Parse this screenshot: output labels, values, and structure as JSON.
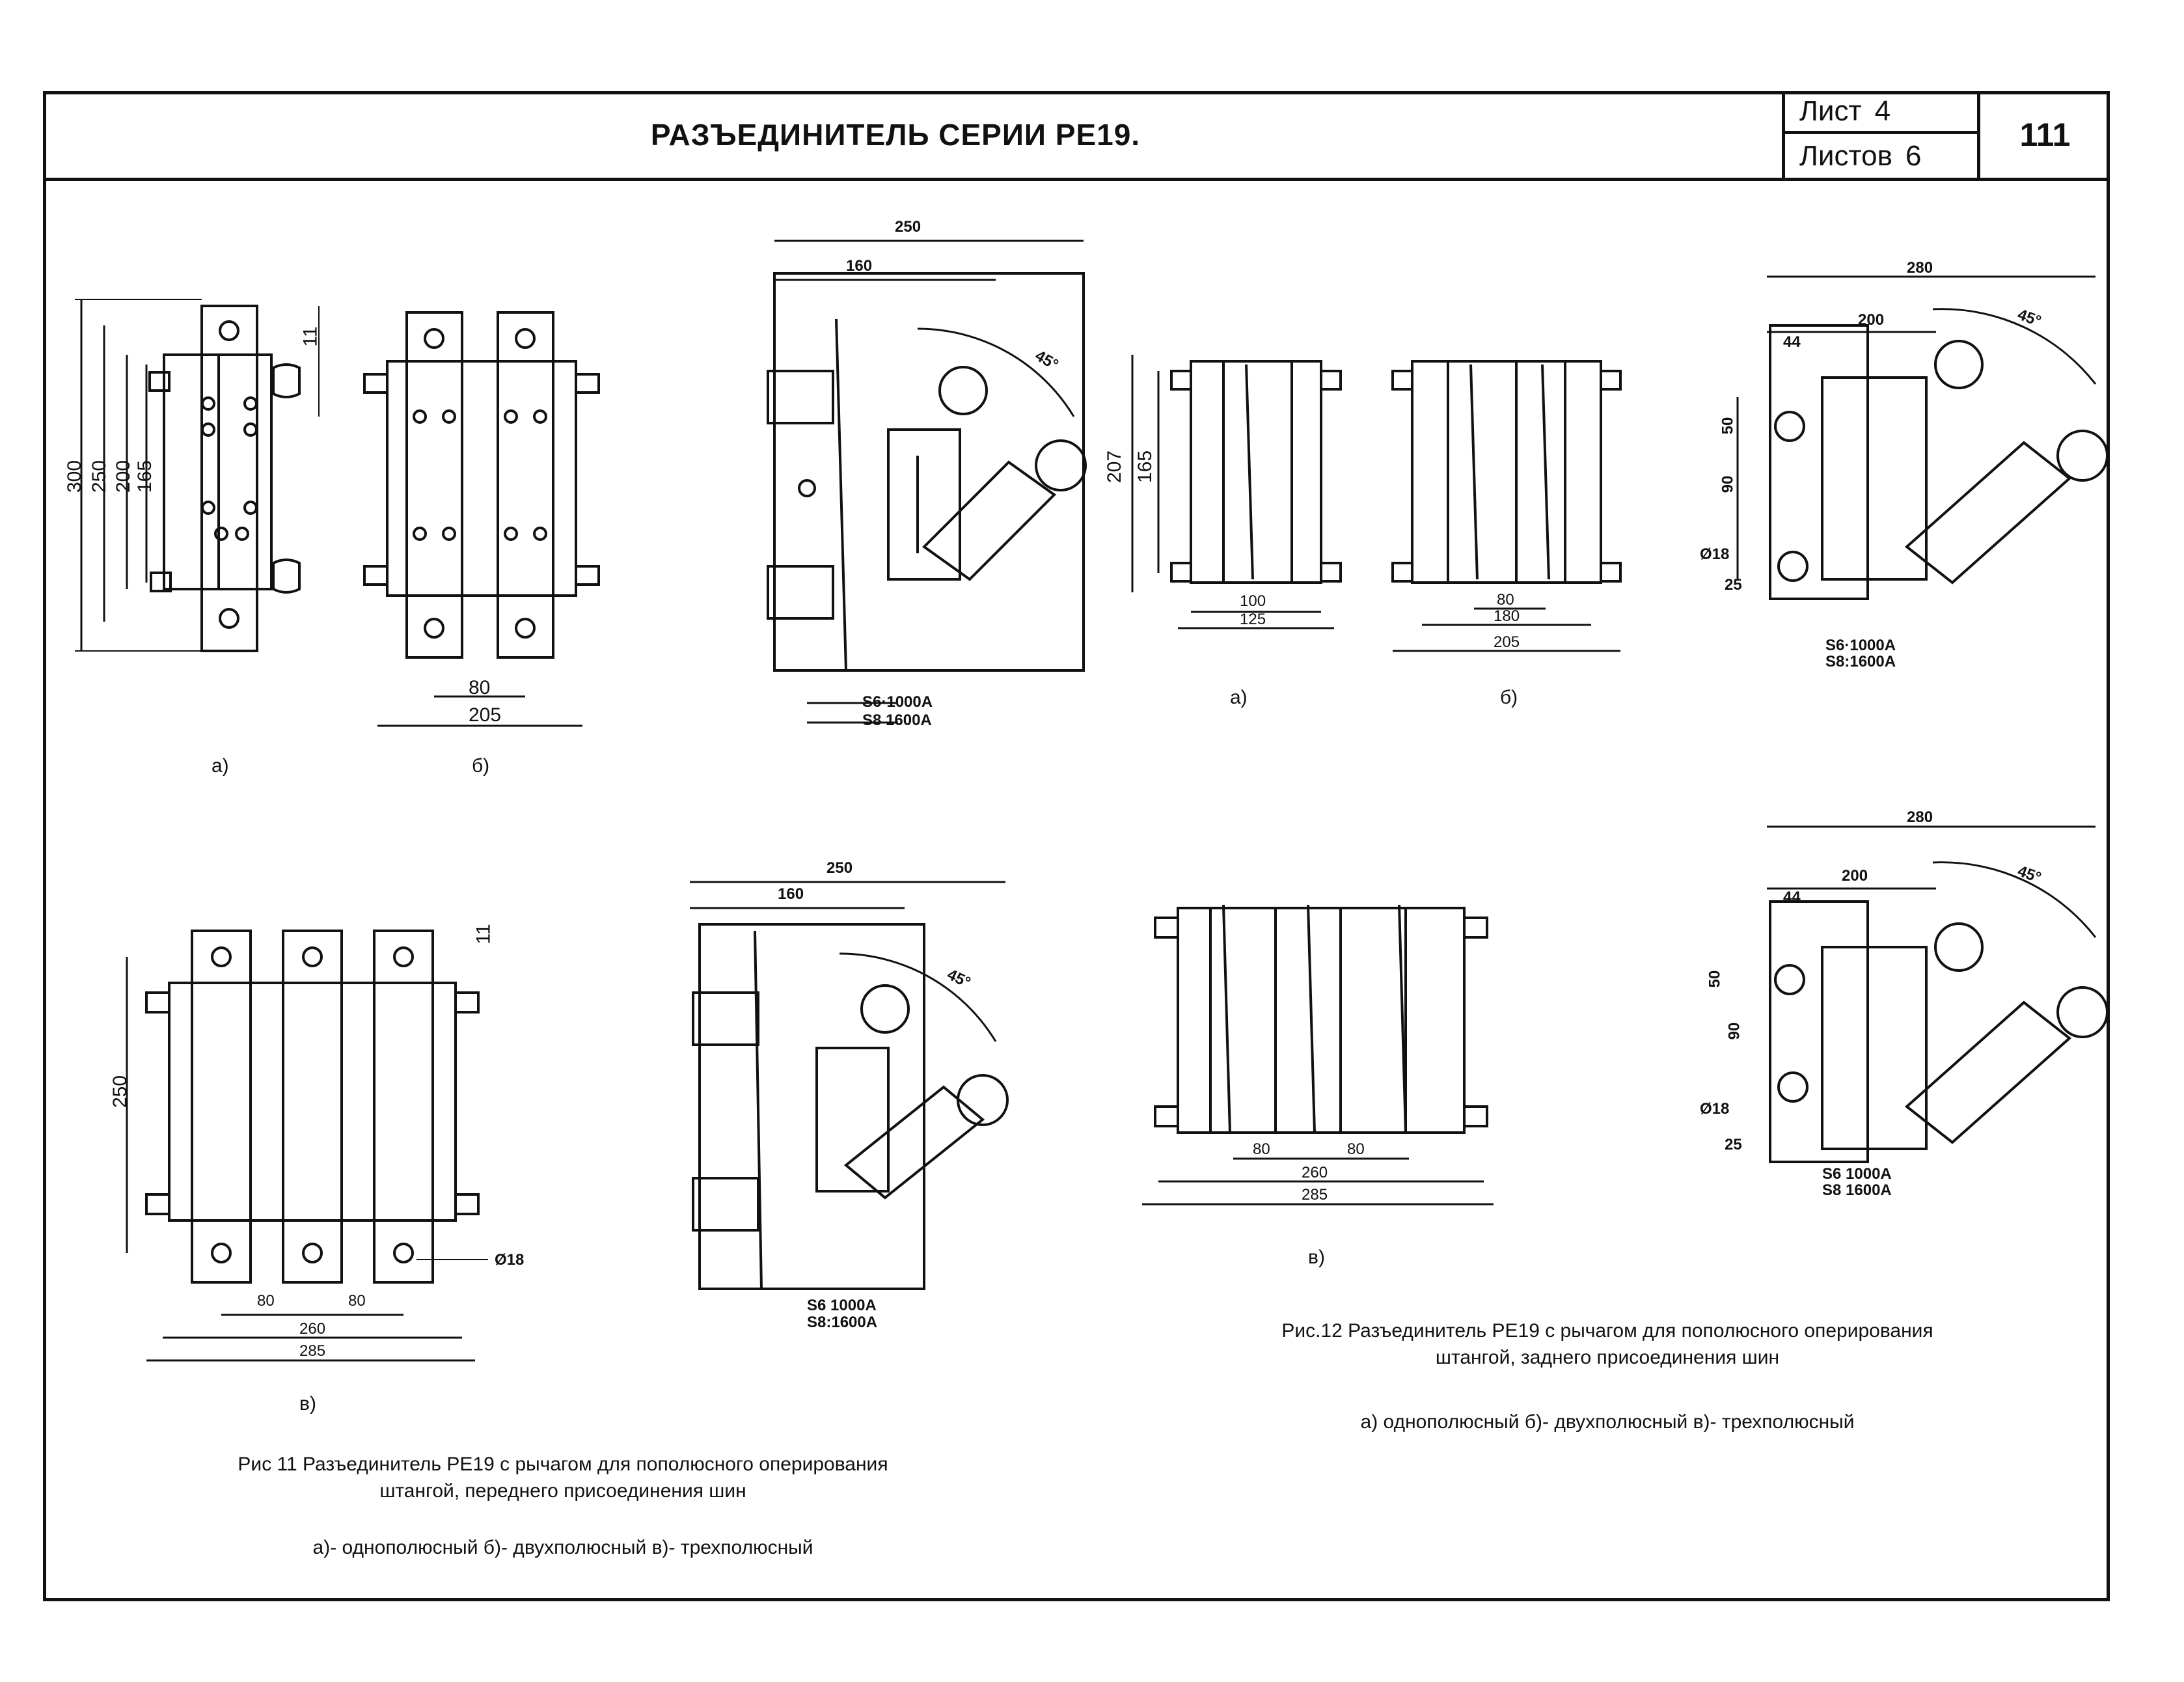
{
  "header": {
    "title": "РАЗЪЕДИНИТЕЛЬ СЕРИИ РЕ19.",
    "sheet_label": "Лист",
    "sheet_value": "4",
    "sheets_label": "Листов",
    "sheets_value": "6",
    "page_number": "111"
  },
  "fig11": {
    "top_a": {
      "label": "а)",
      "dims": [
        "300",
        "250",
        "200",
        "165",
        "11"
      ]
    },
    "top_b": {
      "label": "б)",
      "dims": [
        "80",
        "205"
      ]
    },
    "side_top": {
      "dims": [
        "250",
        "160",
        "45°"
      ],
      "section": [
        "S6·1000A",
        "S8 1600A"
      ]
    },
    "bottom_v": {
      "label": "в)",
      "dims": [
        "250",
        "11",
        "80",
        "80",
        "260",
        "285",
        "Ø18"
      ]
    },
    "side_bottom": {
      "dims": [
        "250",
        "160",
        "45°"
      ],
      "section": [
        "S6 1000A",
        "S8:1600A"
      ]
    },
    "caption_lines": [
      "Рис 11 Разъединитель РЕ19 с рычагом для пополюсного оперирования",
      "штангой, переднего присоединения шин"
    ],
    "legend": "а)- однополюсный   б)- двухполюсный   в)- трехполюсный"
  },
  "fig12": {
    "top_a": {
      "label": "а)",
      "dims": [
        "207",
        "165",
        "100",
        "125"
      ]
    },
    "top_b": {
      "label": "б)",
      "dims": [
        "80",
        "180",
        "205"
      ]
    },
    "side_top": {
      "dims": [
        "280",
        "200",
        "44",
        "45°",
        "50",
        "90",
        "Ø18",
        "25"
      ],
      "section": [
        "S6·1000A",
        "S8:1600A"
      ]
    },
    "bottom_v": {
      "label": "в)",
      "dims": [
        "80",
        "80",
        "260",
        "285"
      ]
    },
    "side_bottom": {
      "dims": [
        "280",
        "200",
        "44",
        "45°",
        "50",
        "90",
        "Ø18",
        "25"
      ],
      "section": [
        "S6 1000A",
        "S8 1600A"
      ]
    },
    "caption_lines": [
      "Рис.12 Разъединитель РЕ19 с рычагом для пополюсного оперирования",
      "штангой, заднего присоединения шин"
    ],
    "legend": "а)  однополюсный   б)- двухполюсный   в)- трехполюсный"
  }
}
